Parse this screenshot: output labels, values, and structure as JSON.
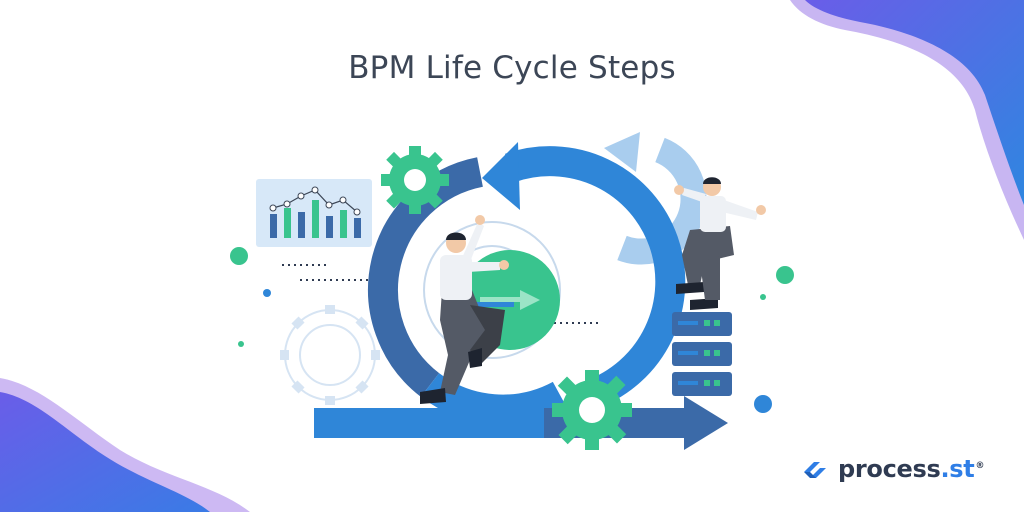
{
  "header": {
    "title": "BPM Life Cycle Steps"
  },
  "brand": {
    "name": "process",
    "tld": ".st",
    "mark": "®"
  },
  "colors": {
    "blue_primary": "#2f86d8",
    "blue_dark": "#3b6aa8",
    "blue_light": "#a9cdee",
    "green": "#39c48e",
    "purple": "#6a5de8",
    "text_dark": "#3c4656"
  },
  "icons": [
    "gear-icon",
    "cycle-arrow-icon",
    "bar-chart-icon",
    "database-stack-icon",
    "logo-icon"
  ]
}
